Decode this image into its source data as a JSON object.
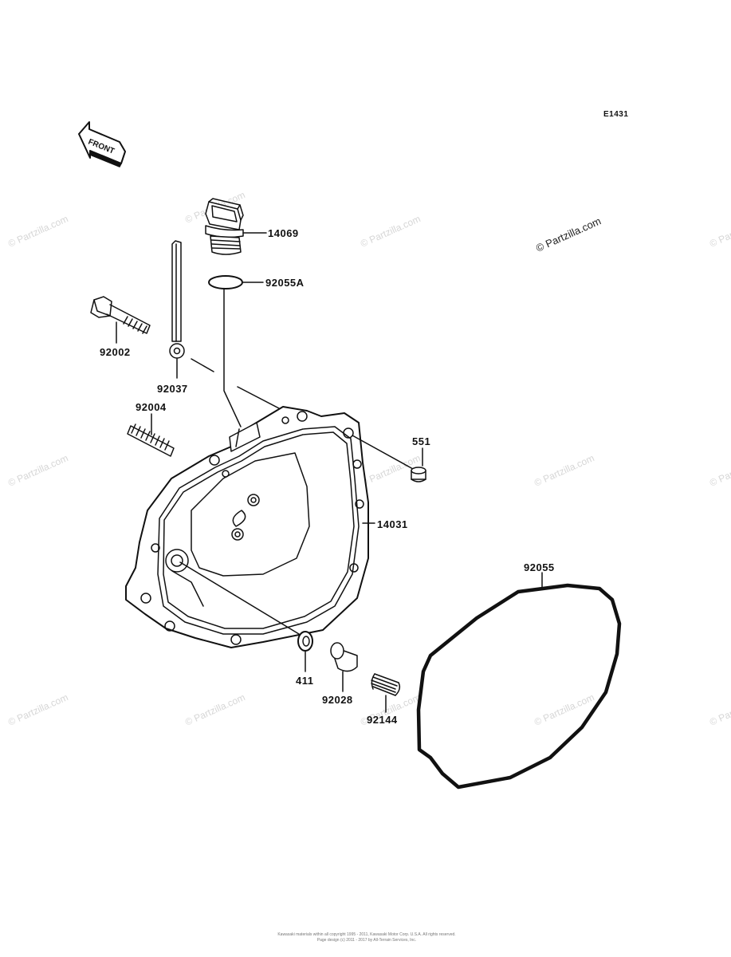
{
  "diagram": {
    "code": "E1431",
    "front_label": "FRONT",
    "watermark": "© Partzilla.com",
    "parts": [
      {
        "id": "14069"
      },
      {
        "id": "92055A"
      },
      {
        "id": "92002"
      },
      {
        "id": "92037"
      },
      {
        "id": "92004"
      },
      {
        "id": "551"
      },
      {
        "id": "14031"
      },
      {
        "id": "92055"
      },
      {
        "id": "411"
      },
      {
        "id": "92028"
      },
      {
        "id": "92144"
      }
    ],
    "footer": [
      "Kawasaki materials within all copyright 1995 - 2011, Kawasaki Motor Corp. U.S.A. All rights reserved.",
      "Page design (c) 2011 - 2017 by All-Terrain Services, Inc."
    ]
  }
}
